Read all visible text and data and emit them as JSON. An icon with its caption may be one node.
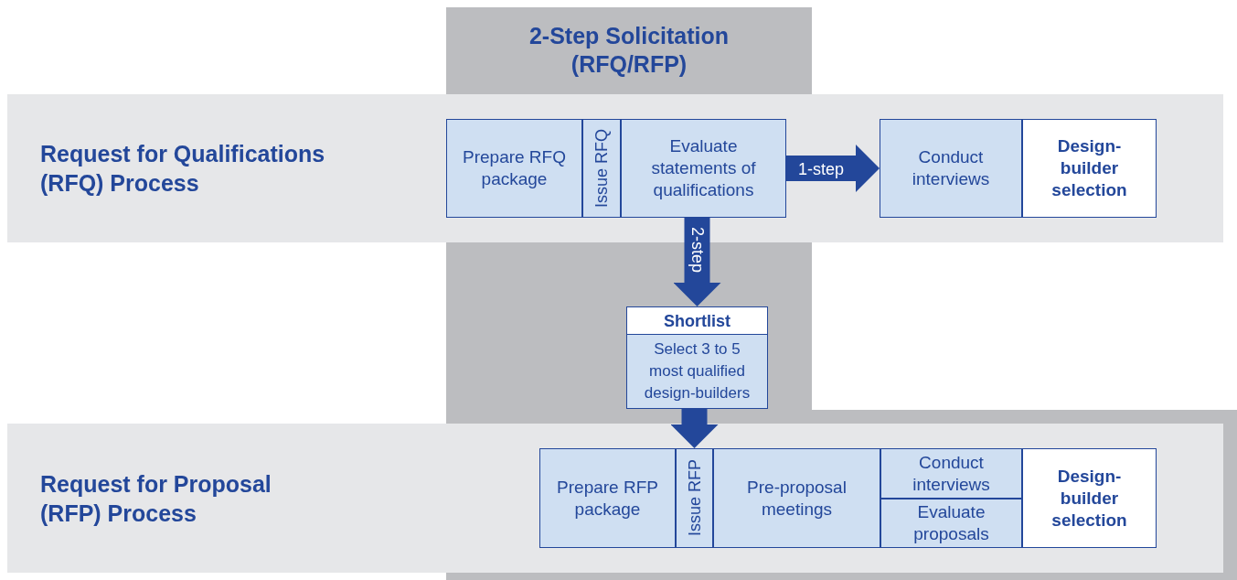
{
  "diagram": {
    "nodes": [
      {
        "text": [
          "Request for Qualifications (RFQ) Process"
        ]
      },
      {
        "text": [
          "Prepare RFQ package"
        ],
        "in": 0
      },
      {
        "text": [
          "Issue RFQ"
        ],
        "in": 0
      },
      {
        "text": [
          "Evaluate statements of qualifications"
        ],
        "in": 0
      },
      {
        "text": [
          "Conduct interviews"
        ],
        "in": 0
      },
      {
        "text": [
          "Design-builder selection"
        ],
        "in": 0
      },
      {
        "text": [
          "Shortlist",
          "Select 3 to 5 most qualified design-builders"
        ]
      },
      {
        "text": [
          "Request for Proposal (RFP) Process"
        ]
      },
      {
        "text": [
          "Prepare RFP package"
        ],
        "in": 7
      },
      {
        "text": [
          "Issue RFP"
        ],
        "in": 7
      },
      {
        "text": [
          "Pre-proposal meetings"
        ],
        "in": 7
      },
      {
        "text": [
          "Conduct interviews"
        ],
        "in": 7
      },
      {
        "text": [
          "Evaluate proposals"
        ],
        "in": 7
      },
      {
        "text": [
          "Design-builder selection"
        ],
        "in": 7
      }
    ],
    "edges": [
      {
        "from": 3,
        "to": 4,
        "arrow": "to",
        "label": "1-step"
      },
      {
        "from": 3,
        "to": 6,
        "arrow": "to",
        "label": "2-step"
      },
      {
        "from": 6,
        "to": 9,
        "arrow": "to"
      }
    ],
    "labels": [
      "2-Step Solicitation (RFQ/RFP)"
    ]
  }
}
